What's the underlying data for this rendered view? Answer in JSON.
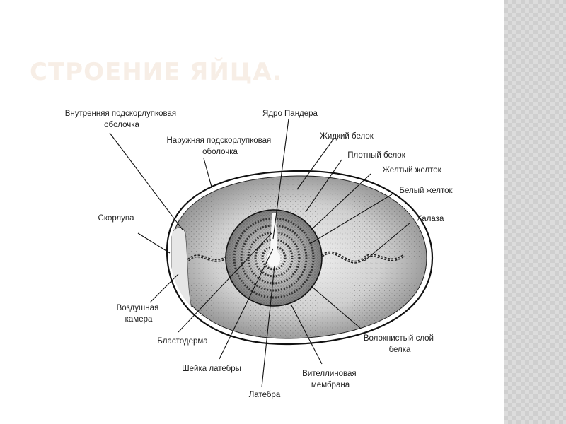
{
  "slide": {
    "title": "СТРОЕНИЕ ЯЙЦА."
  },
  "diagram": {
    "labels": {
      "inner_membrane": [
        "Внутренняя подскорлупковая",
        "оболочка"
      ],
      "outer_membrane": [
        "Наружняя подскорлупковая",
        "оболочка"
      ],
      "pander_nucleus": [
        "Ядро Пандера"
      ],
      "thin_albumen": [
        "Жидкий белок"
      ],
      "thick_albumen": [
        "Плотный белок"
      ],
      "yellow_yolk": [
        "Желтый желток"
      ],
      "white_yolk": [
        "Белый желток"
      ],
      "shell": [
        "Скорлупа"
      ],
      "chalaza": [
        "Халаза"
      ],
      "air_cell": [
        "Воздушная",
        "камера"
      ],
      "blastoderm": [
        "Бластодерма"
      ],
      "chalaziferous_layer": [
        "Волокнистый слой",
        "белка"
      ],
      "latebra_neck": [
        "Шейка латебры"
      ],
      "vitelline_membrane": [
        "Вителлиновая",
        "мембрана"
      ],
      "latebra": [
        "Латебра"
      ]
    }
  }
}
